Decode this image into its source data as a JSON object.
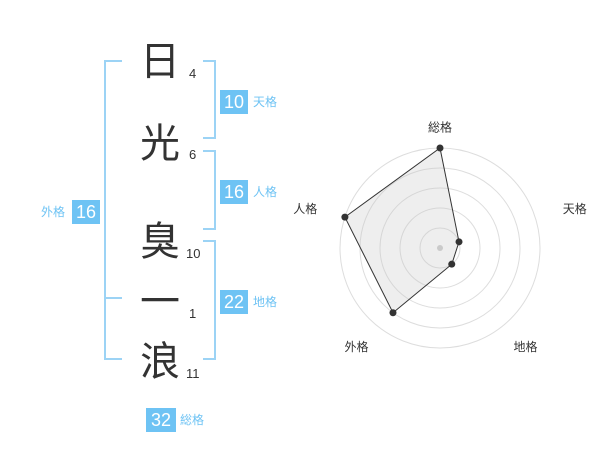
{
  "name": {
    "chars": [
      {
        "char": "日",
        "strokes": "4"
      },
      {
        "char": "光",
        "strokes": "6"
      },
      {
        "char": "臭",
        "strokes": "10"
      },
      {
        "char": "一",
        "strokes": "1"
      },
      {
        "char": "浪",
        "strokes": "11"
      }
    ]
  },
  "fortune": {
    "tenkaku": {
      "label": "天格",
      "value": "10"
    },
    "jinkaku": {
      "label": "人格",
      "value": "16"
    },
    "chikaku": {
      "label": "地格",
      "value": "22"
    },
    "gaikaku": {
      "label": "外格",
      "value": "16"
    },
    "soukaku": {
      "label": "総格",
      "value": "32"
    }
  },
  "colors": {
    "accent": "#6ec3f4",
    "bracket": "#9cd3f5",
    "text": "#333333"
  },
  "chart_data": {
    "type": "radar",
    "axes": [
      "総格",
      "天格",
      "地格",
      "外格",
      "人格"
    ],
    "values": [
      5,
      1,
      1,
      4,
      5
    ],
    "max": 5,
    "rings": 5
  }
}
